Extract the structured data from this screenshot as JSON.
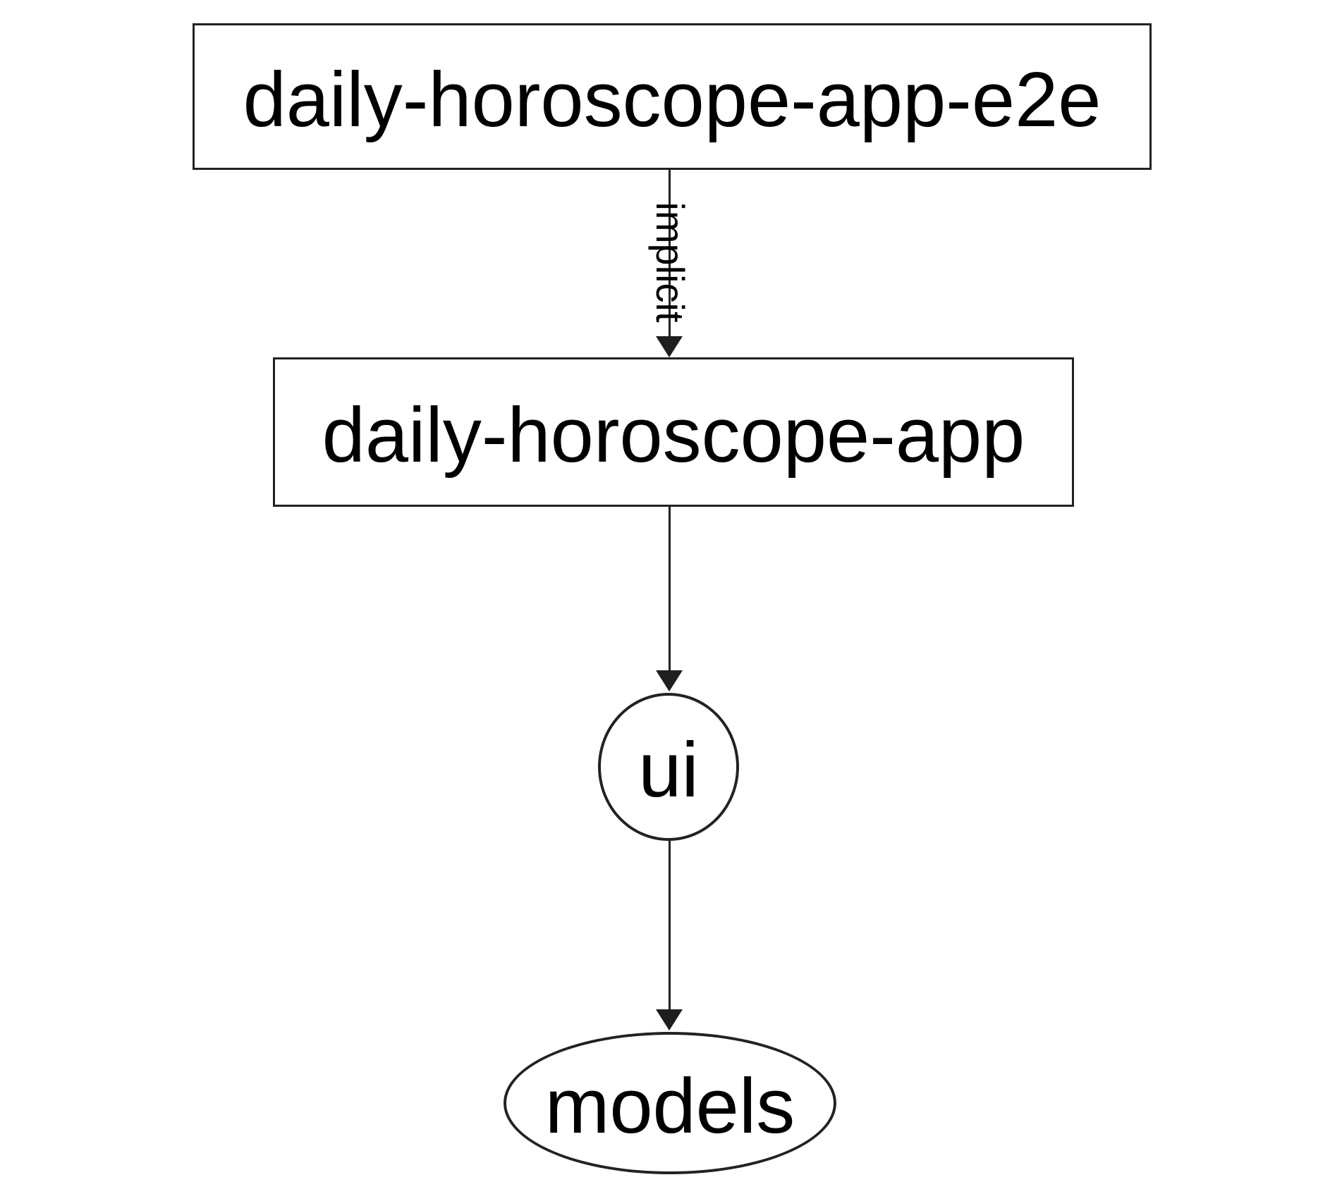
{
  "diagram": {
    "type": "dependency-graph",
    "colors": {
      "background": "#ffffff",
      "stroke": "#222222",
      "text": "#000000"
    },
    "nodes": [
      {
        "label": "daily-horoscope-app-e2e",
        "shape": "rectangle"
      },
      {
        "label": "daily-horoscope-app",
        "shape": "rectangle"
      },
      {
        "label": "ui",
        "shape": "ellipse"
      },
      {
        "label": "models",
        "shape": "ellipse"
      }
    ],
    "edges": [
      {
        "from": "daily-horoscope-app-e2e",
        "to": "daily-horoscope-app",
        "label": "implicit",
        "direction": "down"
      },
      {
        "from": "daily-horoscope-app",
        "to": "ui",
        "label": "",
        "direction": "down"
      },
      {
        "from": "ui",
        "to": "models",
        "label": "",
        "direction": "down"
      }
    ]
  }
}
